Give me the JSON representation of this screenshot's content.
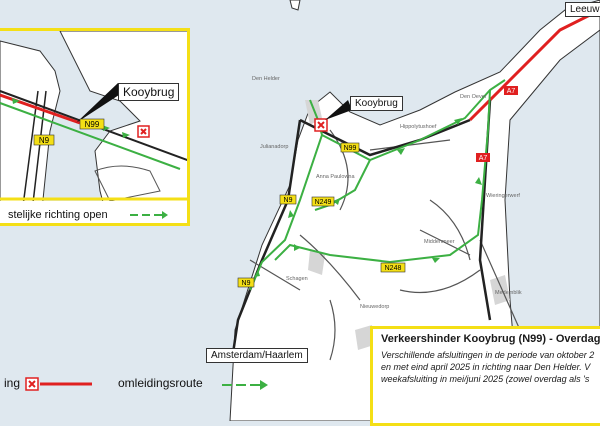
{
  "places": {
    "leeuwarden": "Leeuw",
    "den_helder": "Den Helder",
    "julianadorp": "Julianadorp",
    "anna_paulowna": "Anna\nPaulowna",
    "den_oever": "Den Oever",
    "hippolytushoef": "Hippolytushoef",
    "wieringerwerf": "Wieringerwerf",
    "middenmeer": "Middenmeer",
    "schagen": "Schagen",
    "nieuwe_niedorp": "Nieuwedorp",
    "medemblik": "Medemblik",
    "amsterdam_haarlem": "Amsterdam/Haarlem"
  },
  "roads": {
    "n9": "N9",
    "n99": "N99",
    "n249": "N249",
    "n248": "N248",
    "a7": "A7"
  },
  "kooybrug_label": "Kooybrug",
  "inset": {
    "kooybrug_label": "Kooybrug",
    "n9": "N9",
    "n99": "N99",
    "legend_text": "stelijke richting open"
  },
  "info_box": {
    "title": "Verkeershinder Kooybrug (N99) - Overdag",
    "line1": "Verschillende afsluitingen in de periode van oktober 2",
    "line2": "en met eind april 2025 in richting naar Den Helder. V",
    "line3": "weekafsluiting in mei/juni 2025 (zowel overdag als 's"
  },
  "legend": {
    "closure_label": "ing",
    "detour_label": "omleidingsroute"
  },
  "colors": {
    "water": "#dfe8ef",
    "land": "#ffffff",
    "detour": "#3cb043",
    "closure": "#e02020",
    "highlight": "#f4df16",
    "motorway": "#e02020"
  }
}
